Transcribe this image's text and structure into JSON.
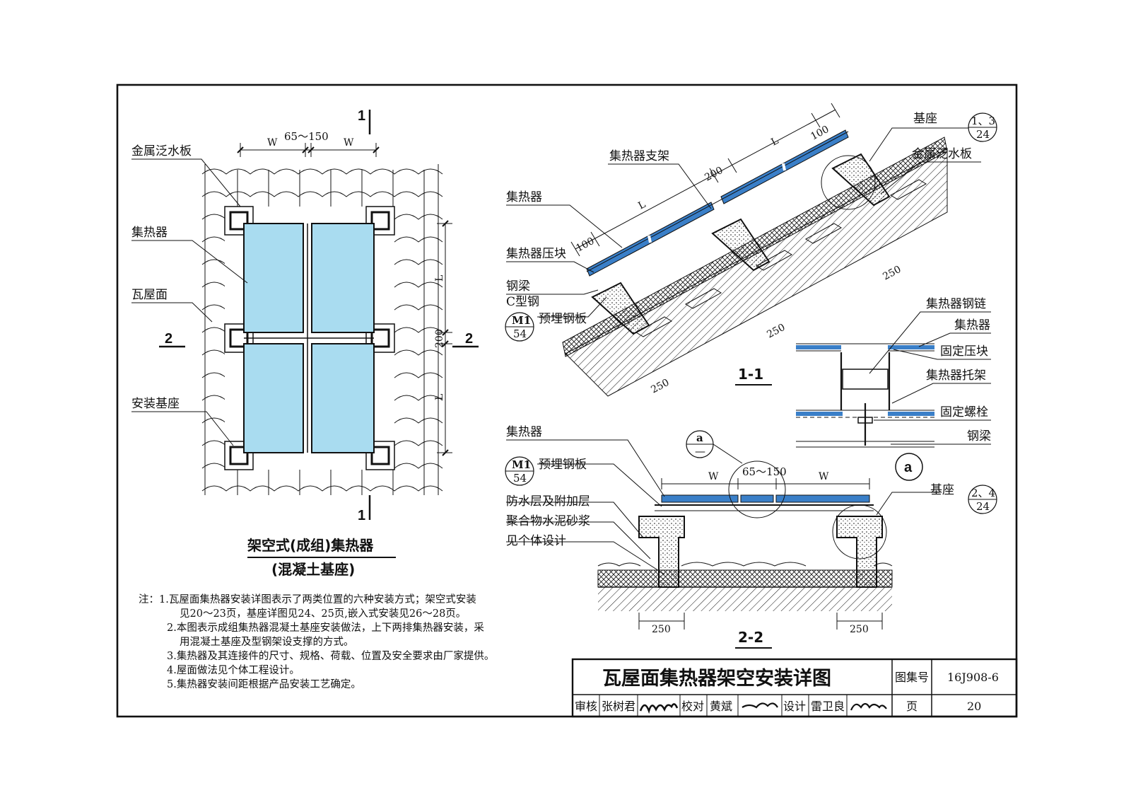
{
  "plan": {
    "labels": [
      "金属泛水板",
      "集热器",
      "瓦屋面",
      "安装基座"
    ],
    "dim_w": "W",
    "dim_gap": "65～150",
    "dim_l": "L",
    "dim_200": "200",
    "cut_1": "1",
    "cut_2": "2",
    "caption_main": "架空式(成组)集热器",
    "caption_sub": "(混凝土基座)"
  },
  "section11": {
    "labels": [
      "集热器支架",
      "集热器",
      "集热器压块",
      "钢梁",
      "C型钢",
      "预埋钢板",
      "基座",
      "金属泛水板"
    ],
    "ref_m1_top": "M1",
    "ref_m1_bot": "54",
    "ref_base_top": "1、3",
    "ref_base_bot": "24",
    "dims": [
      "100",
      "L",
      "200",
      "L",
      "100",
      "250",
      "250",
      "250"
    ],
    "caption": "1-1"
  },
  "detail_a": {
    "labels": [
      "集热器钢链",
      "集热器",
      "固定压块",
      "集热器托架",
      "固定螺栓",
      "钢梁"
    ],
    "caption": "a"
  },
  "section22": {
    "labels": [
      "集热器",
      "预埋钢板",
      "防水层及附加层",
      "聚合物水泥砂浆",
      "见个体设计",
      "基座"
    ],
    "ref_m1_top": "M1",
    "ref_m1_bot": "54",
    "ref_a_top": "a",
    "ref_a_bot": "—",
    "ref_base_top": "2、4",
    "ref_base_bot": "24",
    "dims": [
      "W",
      "65～150",
      "W",
      "250",
      "250"
    ],
    "caption": "2-2"
  },
  "notes": [
    "注：1.瓦屋面集热器安装详图表示了两类位置的六种安装方式；架空式安装",
    "见20～23页，基座详图见24、25页,嵌入式安装见26～28页。",
    "2.本图表示成组集热器混凝土基座安装做法，上下两排集热器安装，采",
    "用混凝土基座及型钢架设支撑的方式。",
    "3.集热器及其连接件的尺寸、规格、荷载、位置及安全要求由厂家提供。",
    "4.屋面做法见个体工程设计。",
    "5.集热器安装间距根据产品安装工艺确定。"
  ],
  "title_block": {
    "title": "瓦屋面集热器架空安装详图",
    "atlas_label": "图集号",
    "atlas_no": "16J908-6",
    "page_label": "页",
    "page_no": "20",
    "review_label": "审核",
    "review_name": "张树君",
    "check_label": "校对",
    "check_name": "黄斌",
    "design_label": "设计",
    "design_name": "雷卫良"
  },
  "colors": {
    "panel_fill": "#a9dcf0",
    "collector_blue": "#3a7fc8",
    "line": "#111111"
  }
}
